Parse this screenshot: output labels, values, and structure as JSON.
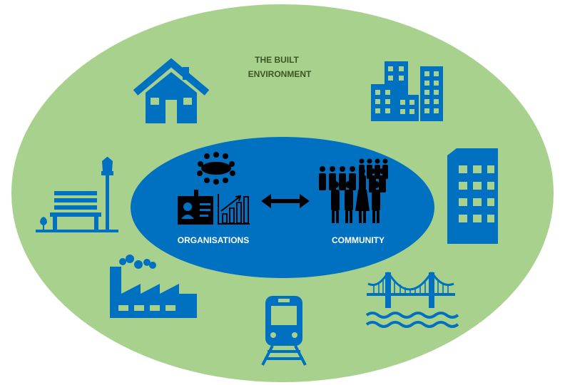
{
  "title_line1": "THE BUILT",
  "title_line2": "ENVIRONMENT",
  "label_left": "ORGANISATIONS",
  "label_right": "COMMUNITY",
  "colors": {
    "outer": "#a9d18e",
    "inner": "#0070c0",
    "icon": "#0070c0",
    "inner_icon": "#000000",
    "title": "#385723",
    "inner_text": "#ffffff"
  },
  "icons": [
    "house-icon",
    "office-buildings-icon",
    "apartment-tower-icon",
    "suspension-bridge-icon",
    "train-icon",
    "factory-icon",
    "park-bench-lamp-icon",
    "boardroom-meeting-icon",
    "id-card-icon",
    "growth-chart-icon",
    "double-arrow-icon",
    "crowd-icon"
  ]
}
